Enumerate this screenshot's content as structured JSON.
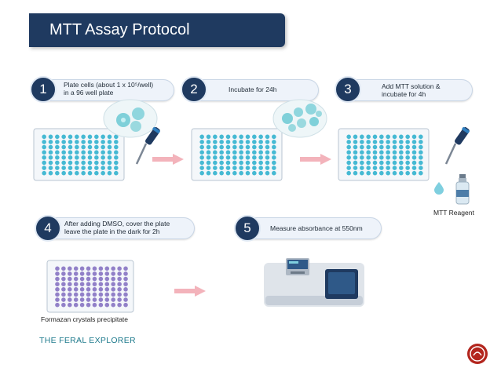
{
  "title": "MTT Assay Protocol",
  "steps": [
    {
      "number": "1",
      "text_line1": "Plate cells (about 1 x 10⁵/well)",
      "text_line2": "in a 96 well plate"
    },
    {
      "number": "2",
      "text_line1": "Incubate for 24h",
      "text_line2": ""
    },
    {
      "number": "3",
      "text_line1": "Add MTT solution &",
      "text_line2": "incubate for 4h"
    },
    {
      "number": "4",
      "text_line1": "After adding DMSO, cover the plate",
      "text_line2": "leave the plate in the dark for 2h"
    },
    {
      "number": "5",
      "text_line1": "Measure absorbance at 550nm",
      "text_line2": ""
    }
  ],
  "labels": {
    "mtt_reagent": "MTT Reagent",
    "formazan": "Formazan crystals precipitate",
    "brand": "THE FERAL EXPLORER"
  },
  "colors": {
    "title_bg": "#1f3a60",
    "well_blue": "#45b9d3",
    "well_purple": "#9180c8",
    "arrow": "#f3b3bb",
    "logo_red": "#b3261e"
  },
  "icons": [
    "pipette-icon",
    "cell-cluster-icon",
    "reagent-bottle-icon",
    "spectrophotometer-icon",
    "logo-icon"
  ]
}
